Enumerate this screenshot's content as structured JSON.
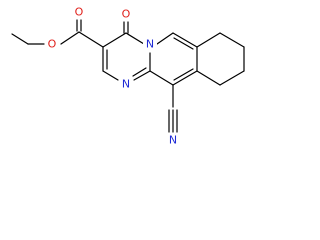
{
  "molecule": {
    "atoms": {
      "carbonyl_o": "O",
      "ester_o_double": "O",
      "ester_o_single": "O",
      "ring_n_bridge": "N",
      "ring_n": "N",
      "nitrile_n": "N"
    },
    "colors": {
      "bond": "#000000",
      "oxygen": "#e0201b",
      "nitrogen": "#1f2bd6"
    }
  }
}
